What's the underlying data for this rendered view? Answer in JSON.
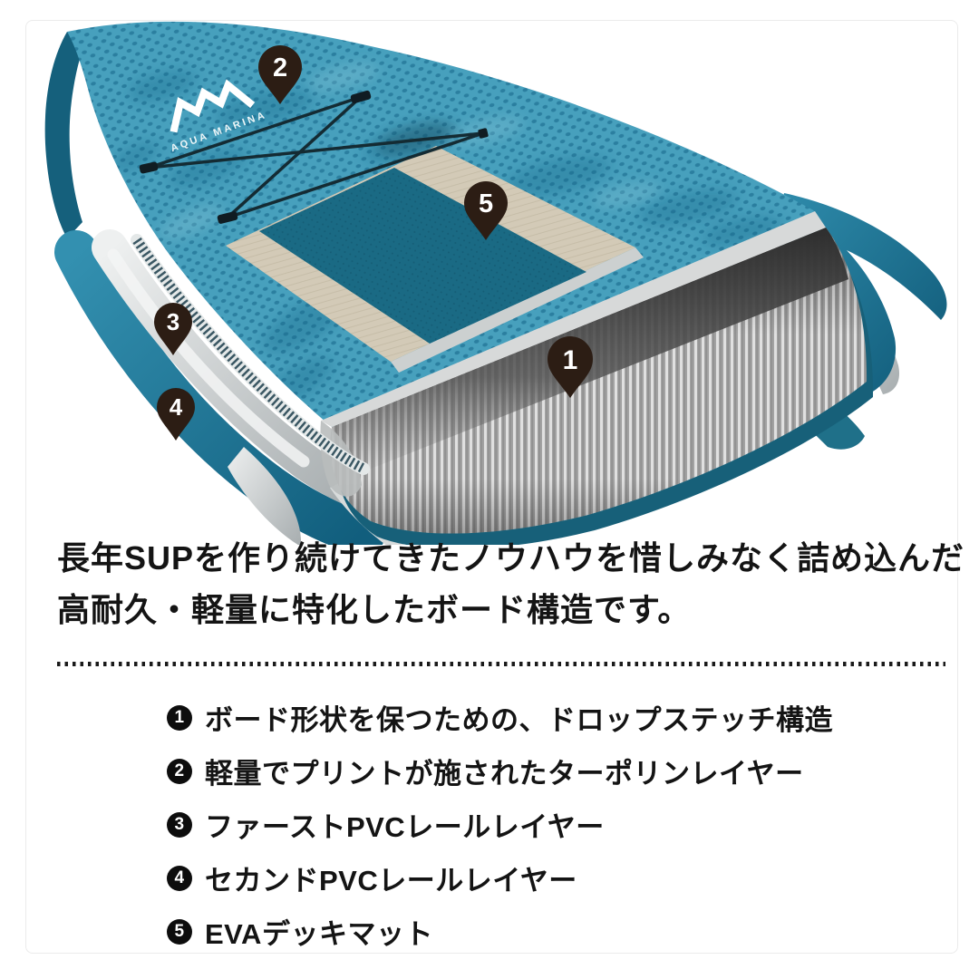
{
  "brand": {
    "name": "AQUA MARINA"
  },
  "illustration": {
    "pins": [
      {
        "number": "1"
      },
      {
        "number": "2"
      },
      {
        "number": "3"
      },
      {
        "number": "4"
      },
      {
        "number": "5"
      }
    ],
    "colors": {
      "board_teal": "#3f9cba",
      "board_teal_dark": "#156079",
      "deck_pad": "#1a6a84",
      "deck_accent_beige": "#d3cab7",
      "rail_gray": "#c4c6c7",
      "pin": "#2c1d14"
    }
  },
  "description": {
    "line1": "長年SUPを作り続けてきたノウハウを惜しみなく詰め込んだ",
    "line2": "高耐久・軽量に特化したボード構造です。"
  },
  "legend": {
    "items": [
      {
        "marker": "1",
        "label": "ボード形状を保つための、ドロップステッチ構造"
      },
      {
        "marker": "2",
        "label": "軽量でプリントが施されたターポリンレイヤー"
      },
      {
        "marker": "3",
        "label": "ファーストPVCレールレイヤー"
      },
      {
        "marker": "4",
        "label": "セカンドPVCレールレイヤー"
      },
      {
        "marker": "5",
        "label": "EVAデッキマット"
      }
    ]
  }
}
